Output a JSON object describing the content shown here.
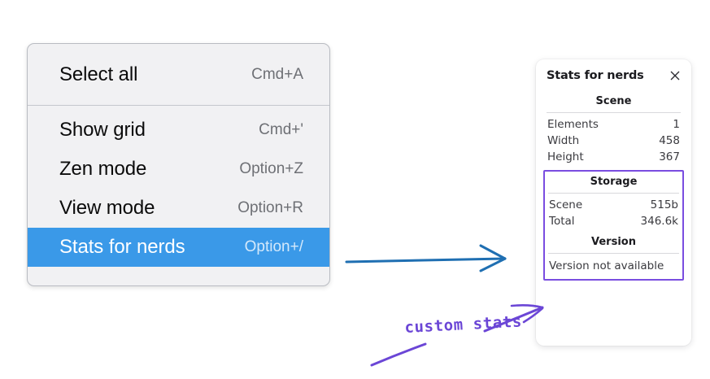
{
  "menu": {
    "groups": [
      {
        "items": [
          {
            "label": "Select all",
            "shortcut": "Cmd+A",
            "selected": false
          }
        ]
      },
      {
        "items": [
          {
            "label": "Show grid",
            "shortcut": "Cmd+'",
            "selected": false
          },
          {
            "label": "Zen mode",
            "shortcut": "Option+Z",
            "selected": false
          },
          {
            "label": "View mode",
            "shortcut": "Option+R",
            "selected": false
          },
          {
            "label": "Stats for nerds",
            "shortcut": "Option+/",
            "selected": true
          }
        ]
      }
    ],
    "selected_color": "#3a99e8"
  },
  "stats_panel": {
    "title": "Stats for nerds",
    "close_icon": "close-icon",
    "scene": {
      "heading": "Scene",
      "rows": [
        {
          "key": "Elements",
          "value": "1"
        },
        {
          "key": "Width",
          "value": "458"
        },
        {
          "key": "Height",
          "value": "367"
        }
      ]
    },
    "storage": {
      "heading": "Storage",
      "rows": [
        {
          "key": "Scene",
          "value": "515b"
        },
        {
          "key": "Total",
          "value": "346.6k"
        }
      ]
    },
    "version": {
      "heading": "Version",
      "text": "Version not available"
    },
    "highlight_color": "#7a4de0"
  },
  "annotations": {
    "custom_stats_label": "custom stats",
    "blue_arrow_color": "#1f6fb2",
    "purple_arrow_color": "#6b46d6"
  }
}
